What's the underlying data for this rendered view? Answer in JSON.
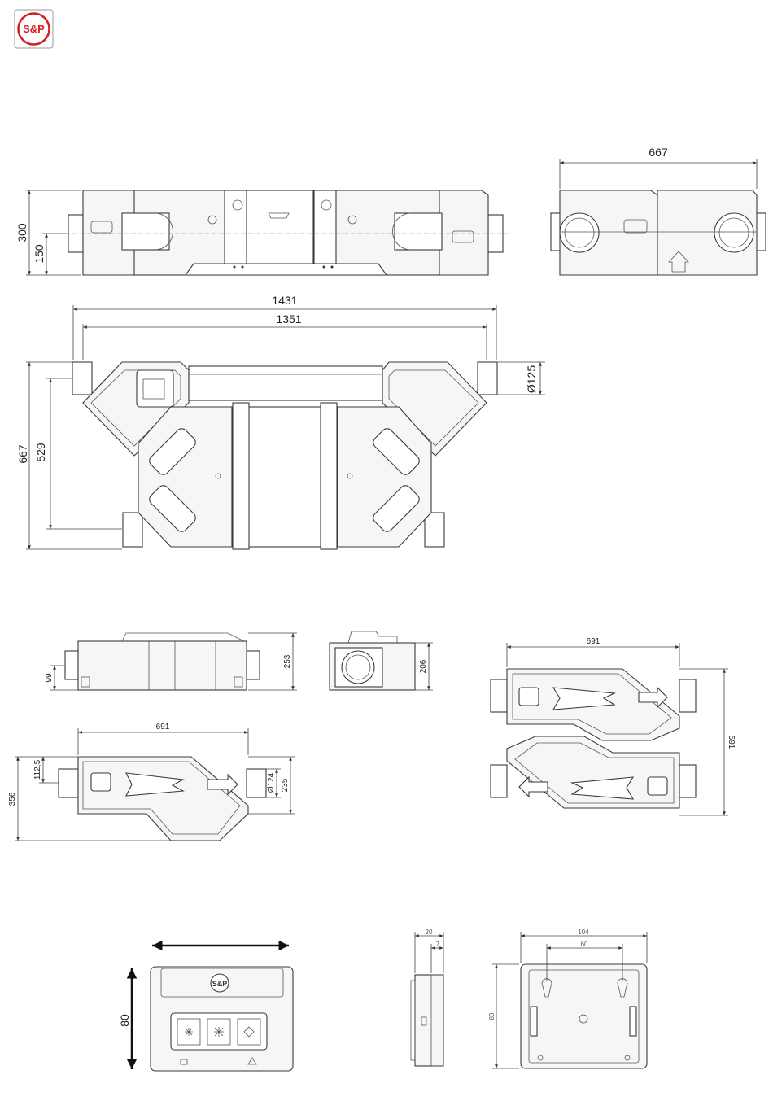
{
  "brand": {
    "logo_text": "S&P",
    "accent": "#d42020"
  },
  "main_unit": {
    "top_view": {
      "dim_width_label": "667"
    },
    "front_view": {
      "dim_height_label": "300",
      "dim_axis_label": "150"
    },
    "plan_view": {
      "dim_total_length": "1431",
      "dim_inner_length": "1351",
      "dim_depth": "667",
      "dim_spigot_offset": "529",
      "dim_duct_diameter": "Ø125"
    }
  },
  "compact_unit": {
    "side_view": {
      "dim_spigot_height": "99",
      "dim_height": "253"
    },
    "end_view": {
      "dim_height": "206"
    },
    "plan_view": {
      "dim_length": "691",
      "dim_spigot_offset": "112,5",
      "dim_duct_diameter": "Ø124",
      "dim_width": "235",
      "dim_total_width": "356"
    },
    "double_view": {
      "dim_length": "691",
      "dim_height": "591"
    }
  },
  "controller": {
    "front_view": {
      "dim_height": "80",
      "logo_text": "S&P"
    },
    "side_view": {
      "dim_depth": "20",
      "dim_step": "7"
    },
    "back_view": {
      "dim_width": "104",
      "dim_hole_spacing": "60",
      "dim_height": "80"
    }
  }
}
